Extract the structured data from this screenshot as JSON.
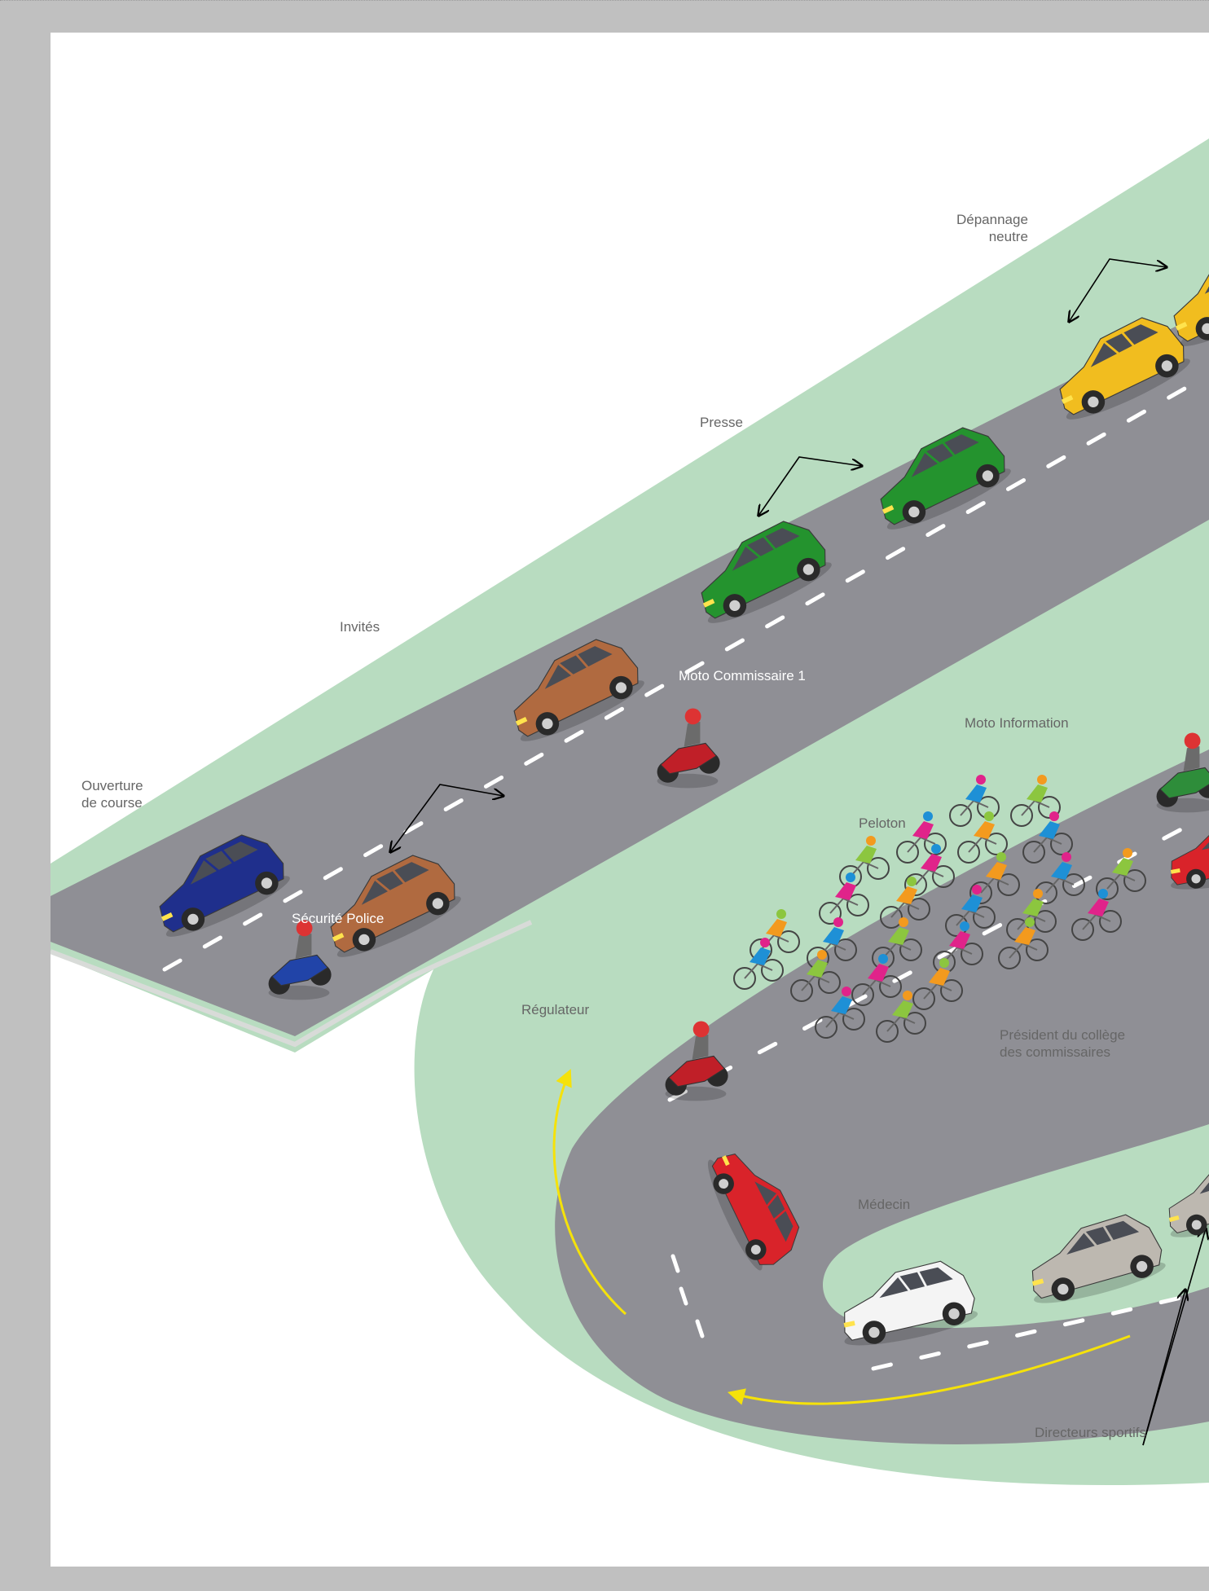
{
  "diagram": {
    "labels": {
      "ouverture": "Ouverture\nde course",
      "securite_police": "Sécurité Police",
      "invites": "Invités",
      "moto_commissaire": "Moto Commissaire 1",
      "presse": "Presse",
      "depannage": "Dépannage\nneutre",
      "moto_information": "Moto Information",
      "peloton": "Peloton",
      "regulateur": "Régulateur",
      "president": "Président du collège\ndes commissaires",
      "medecin": "Médecin",
      "directeurs": "Directeurs sportifs"
    },
    "colors": {
      "frame": "#c0c0c0",
      "page": "#ffffff",
      "verge": "#b8dcc0",
      "road": "#8f8f95",
      "lane_marks": "#ffffff",
      "arrow_flow": "#f5e20a",
      "arrow_label": "#000000",
      "car_gendarmerie": "#1f2f8c",
      "car_invites": "#b06a40",
      "car_presse": "#24932e",
      "car_depannage": "#f1bd1f",
      "car_president": "#d9232a",
      "car_medecin": "#f4f4f4",
      "car_directeurs": "#bdb8b0",
      "moto_commissaire": "#c01f28",
      "moto_information": "#2e8d3a",
      "moto_police": "#2144a8",
      "jersey_colors": [
        "#1e90d6",
        "#8cc63f",
        "#e0238a",
        "#f39a1e"
      ]
    }
  }
}
